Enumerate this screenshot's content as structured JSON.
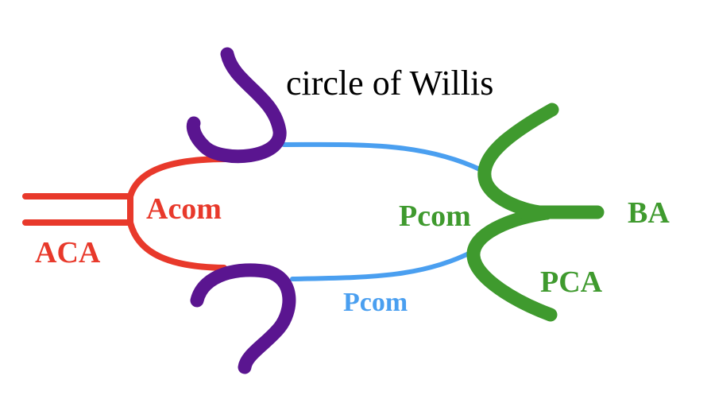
{
  "diagram": {
    "title": "circle of Willis",
    "labels": {
      "aca": "ACA",
      "acom": "Acom",
      "pcom_upper": "Pcom",
      "pcom_lower": "Pcom",
      "ba": "BA",
      "pca": "PCA"
    },
    "colors": {
      "anterior": "#e8392b",
      "ica": "#5a1590",
      "pcom": "#4a9ff0",
      "posterior": "#3f9a2e",
      "title": "#000000"
    }
  }
}
